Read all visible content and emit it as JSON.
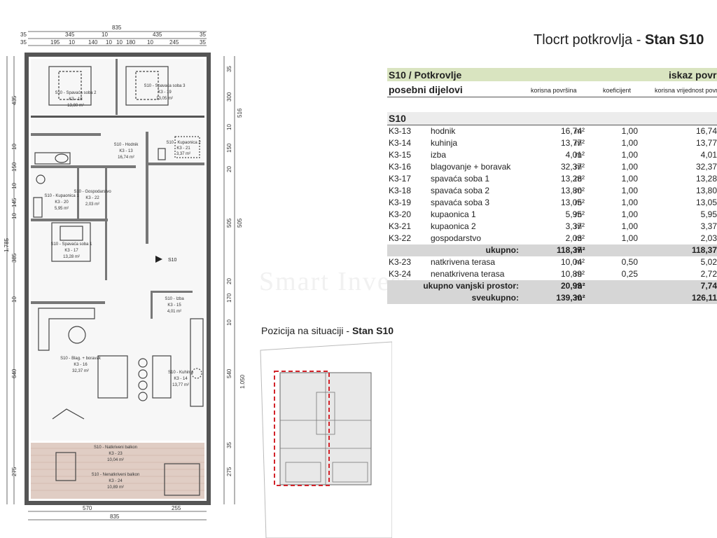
{
  "title_prefix": "Tlocrt potkrovlja - ",
  "title_bold": "Stan S10",
  "table": {
    "header_left": "S10 / Potkrovlje",
    "header_right": "iskaz površina",
    "subheader": "posebni dijelovi",
    "col_area": "korisna površina",
    "col_coef": "koeficijent",
    "col_val": "korisna vrijednost površine",
    "section": "S10",
    "rows": [
      {
        "code": "K3-13",
        "name": "hodnik",
        "area": "16,74",
        "unit": "m²",
        "coef": "1,00",
        "val": "16,74"
      },
      {
        "code": "K3-14",
        "name": "kuhinja",
        "area": "13,77",
        "unit": "m²",
        "coef": "1,00",
        "val": "13,77"
      },
      {
        "code": "K3-15",
        "name": "izba",
        "area": "4,01",
        "unit": "m²",
        "coef": "1,00",
        "val": "4,01"
      },
      {
        "code": "K3-16",
        "name": "blagovanje + boravak",
        "area": "32,37",
        "unit": "m²",
        "coef": "1,00",
        "val": "32,37"
      },
      {
        "code": "K3-17",
        "name": "spavaća soba 1",
        "area": "13,28",
        "unit": "m²",
        "coef": "1,00",
        "val": "13,28"
      },
      {
        "code": "K3-18",
        "name": "spavaća soba 2",
        "area": "13,80",
        "unit": "m²",
        "coef": "1,00",
        "val": "13,80"
      },
      {
        "code": "K3-19",
        "name": "spavaća soba 3",
        "area": "13,05",
        "unit": "m²",
        "coef": "1,00",
        "val": "13,05"
      },
      {
        "code": "K3-20",
        "name": "kupaonica 1",
        "area": "5,95",
        "unit": "m²",
        "coef": "1,00",
        "val": "5,95"
      },
      {
        "code": "K3-21",
        "name": "kupaonica 2",
        "area": "3,37",
        "unit": "m²",
        "coef": "1,00",
        "val": "3,37"
      },
      {
        "code": "K3-22",
        "name": "gospodarstvo",
        "area": "2,03",
        "unit": "m²",
        "coef": "1,00",
        "val": "2,03"
      }
    ],
    "subtotal": {
      "label": "ukupno:",
      "area": "118,37",
      "unit": "m²",
      "val": "118,37"
    },
    "outdoor": [
      {
        "code": "K3-23",
        "name": "natkrivena terasa",
        "area": "10,04",
        "unit": "m²",
        "coef": "0,50",
        "val": "5,02"
      },
      {
        "code": "K3-24",
        "name": "nenatkrivena terasa",
        "area": "10,89",
        "unit": "m²",
        "coef": "0,25",
        "val": "2,72"
      }
    ],
    "outdoor_total": {
      "label": "ukupno vanjski prostor:",
      "area": "20,93",
      "unit": "m²",
      "val": "7,74"
    },
    "grand_total": {
      "label": "sveukupno:",
      "area": "139,30",
      "unit": "m²",
      "val": "126,11"
    }
  },
  "position_title_prefix": "Pozicija na situaciji - ",
  "position_title_bold": "Stan S10",
  "watermark": "Smart Invest",
  "plan": {
    "dims_top_1": "835",
    "dims_top_2": [
      "35",
      "345",
      "10",
      "435",
      "35"
    ],
    "dims_top_3": [
      "35",
      "195",
      "10",
      "140",
      "10",
      "10",
      "180",
      "10",
      "245",
      "35"
    ],
    "dims_bottom_1": [
      "570",
      "255"
    ],
    "dims_bottom_2": "835",
    "dims_left_total": "1.785",
    "dims_left": [
      "435",
      "10",
      "150",
      "10",
      "145",
      "10",
      "385",
      "10",
      "640",
      "275"
    ],
    "dims_right_total": "1.050",
    "dims_right": [
      "35",
      "300",
      "516",
      "10",
      "150",
      "20",
      "505",
      "505",
      "20",
      "170",
      "10",
      "540",
      "35",
      "275"
    ],
    "rooms": [
      {
        "name": "S10 - Spavaća soba 2",
        "code": "K3 - 18",
        "area": "13,80 m²"
      },
      {
        "name": "S10 - Spavaća soba 3",
        "code": "K3 - 19",
        "area": "13,05 m²"
      },
      {
        "name": "S10 - Hodnik",
        "code": "K3 - 13",
        "area": "16,74 m²"
      },
      {
        "name": "S10 - Kupaonica 2",
        "code": "K3 - 21",
        "area": "3,37 m²"
      },
      {
        "name": "S10 - Kupaonica 1",
        "code": "K3 - 20",
        "area": "5,95 m²"
      },
      {
        "name": "S10 - Gospodarstvo",
        "code": "K3 - 22",
        "area": "2,03 m²"
      },
      {
        "name": "S10 - Spavaća soba 1",
        "code": "K3 - 17",
        "area": "13,28 m²"
      },
      {
        "name": "S10 - Izba",
        "code": "K3 - 15",
        "area": "4,01 m²"
      },
      {
        "name": "S10 - Blag. + boravak",
        "code": "K3 - 16",
        "area": "32,37 m²"
      },
      {
        "name": "S10 - Kuhinja",
        "code": "K3 - 14",
        "area": "13,77 m²"
      },
      {
        "name": "S10 - Natkriveni balkon",
        "code": "K3 - 23",
        "area": "10,04 m²"
      },
      {
        "name": "S10 - Nenatkriveni balkon",
        "code": "K3 - 24",
        "area": "10,89 m²"
      }
    ],
    "entry_label": "S10"
  }
}
